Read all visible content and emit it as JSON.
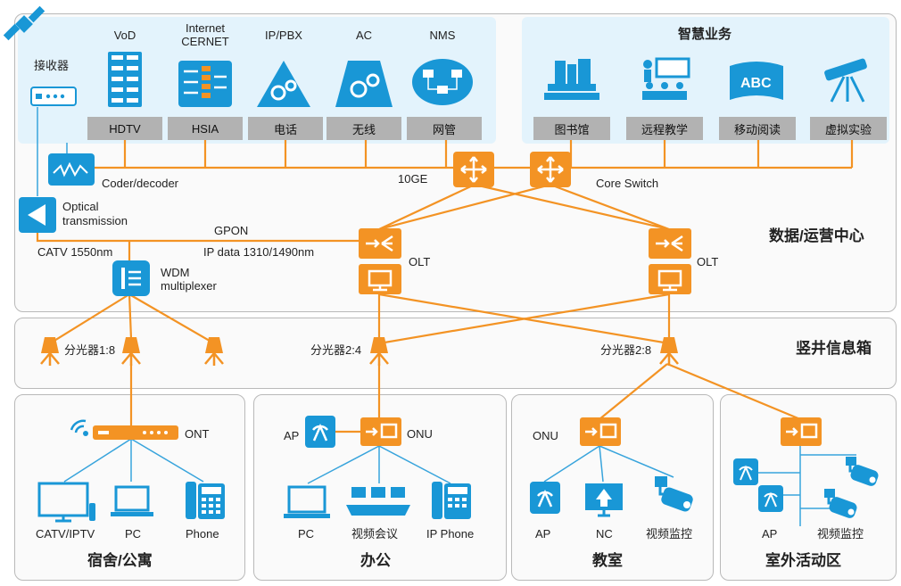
{
  "colors": {
    "orange": "#f39324",
    "blue": "#1997d6",
    "lightblue": "#e3f3fc",
    "gray": "#b2b2b2",
    "wire_blue": "#38a4dc"
  },
  "services": {
    "vod": {
      "top": "VoD",
      "bottom": "HDTV"
    },
    "internet": {
      "top1": "Internet",
      "top2": "CERNET",
      "bottom": "HSIA"
    },
    "ippbx": {
      "top": "IP/PBX",
      "bottom": "电话"
    },
    "ac": {
      "top": "AC",
      "bottom": "无线"
    },
    "nms": {
      "top": "NMS",
      "bottom": "网管"
    }
  },
  "smart": {
    "title": "智慧业务",
    "items": [
      "图书馆",
      "远程教学",
      "移动阅读",
      "虚拟实验"
    ]
  },
  "head_end": {
    "receiver": "接收器",
    "codec": "Coder/decoder",
    "optical1": "Optical",
    "optical2": "transmission",
    "catv": "CATV 1550nm",
    "wdm1": "WDM",
    "wdm2": "multiplexer",
    "gpon": "GPON",
    "ipdata": "IP data 1310/1490nm",
    "tenge": "10GE",
    "core": "Core Switch",
    "olt": "OLT"
  },
  "zones": {
    "datacenter": "数据/运营中心",
    "shaft": "竖井信息箱",
    "splitters": [
      "分光器1:8",
      "分光器2:4",
      "分光器2:8"
    ]
  },
  "dorm": {
    "title": "宿舍/公寓",
    "ont": "ONT",
    "devices": [
      "CATV/IPTV",
      "PC",
      "Phone"
    ]
  },
  "office": {
    "title": "办公",
    "onu": "ONU",
    "ap": "AP",
    "devices": [
      "PC",
      "视频会议",
      "IP Phone"
    ]
  },
  "classroom": {
    "title": "教室",
    "onu": "ONU",
    "devices": [
      "AP",
      "NC",
      "视频监控"
    ]
  },
  "outdoor": {
    "title": "室外活动区",
    "devices": [
      "AP",
      "视频监控"
    ]
  },
  "icons": [
    "satellite-icon",
    "server-rack-icon",
    "firewall-icon",
    "pbx-icon",
    "ac-icon",
    "nms-icon",
    "library-icon",
    "teaching-icon",
    "reading-icon",
    "telescope-icon",
    "receiver-icon",
    "codec-icon",
    "optical-icon",
    "wdm-icon",
    "core-switch-icon",
    "olt-icon",
    "splitter-icon",
    "ont-icon",
    "onu-icon",
    "tv-icon",
    "laptop-icon",
    "phone-icon",
    "conference-icon",
    "ap-icon",
    "nc-icon",
    "camera-icon"
  ]
}
